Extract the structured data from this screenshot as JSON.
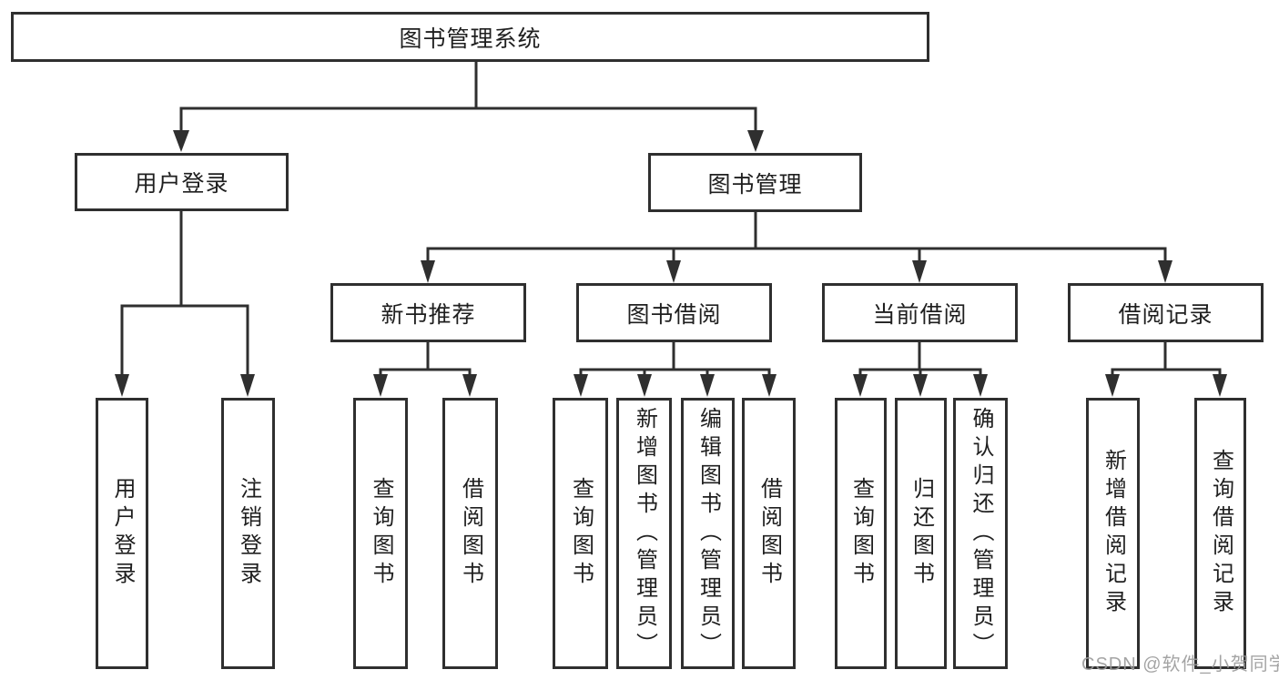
{
  "colors": {
    "line": "#2f2f2f",
    "text": "#1f1f1f",
    "background": "#ffffff",
    "watermark": "#9b9b9b"
  },
  "diagram": {
    "title": "图书管理系统",
    "branches": [
      {
        "label": "用户登录",
        "children": [
          {
            "label": "用户登录"
          },
          {
            "label": "注销登录"
          }
        ]
      },
      {
        "label": "图书管理",
        "children": [
          {
            "label": "新书推荐",
            "children": [
              {
                "label": "查询图书"
              },
              {
                "label": "借阅图书"
              }
            ]
          },
          {
            "label": "图书借阅",
            "children": [
              {
                "label": "查询图书"
              },
              {
                "label": "新增图书（管理员）"
              },
              {
                "label": "编辑图书（管理员）"
              },
              {
                "label": "借阅图书"
              }
            ]
          },
          {
            "label": "当前借阅",
            "children": [
              {
                "label": "查询图书"
              },
              {
                "label": "归还图书"
              },
              {
                "label": "确认归还（管理员）"
              }
            ]
          },
          {
            "label": "借阅记录",
            "children": [
              {
                "label": "新增借阅记录"
              },
              {
                "label": "查询借阅记录"
              }
            ]
          }
        ]
      }
    ]
  },
  "watermark": "CSDN @软件_小贺同学"
}
